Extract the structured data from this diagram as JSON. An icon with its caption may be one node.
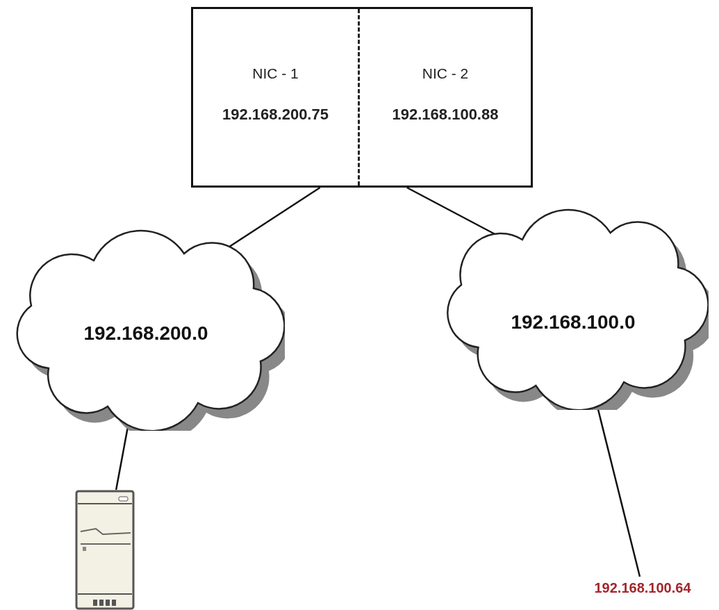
{
  "diagram": {
    "nodes": [
      {
        "text": [
          "NIC - 1",
          "192.168.200.75",
          "NIC - 2",
          "192.168.100.88"
        ]
      },
      {
        "text": [
          "192.168.200.0"
        ]
      },
      {
        "text": [
          "192.168.100.0"
        ]
      },
      {
        "text": [],
        "shape": "picture"
      },
      {
        "text": [
          "192.168.100.64"
        ]
      }
    ],
    "edges": [
      {
        "from": 0,
        "to": 1,
        "arrow": "none"
      },
      {
        "from": 0,
        "to": 2,
        "arrow": "none"
      },
      {
        "from": 1,
        "to": 3,
        "arrow": "none"
      },
      {
        "from": 2,
        "to": 4,
        "arrow": "none"
      }
    ]
  }
}
